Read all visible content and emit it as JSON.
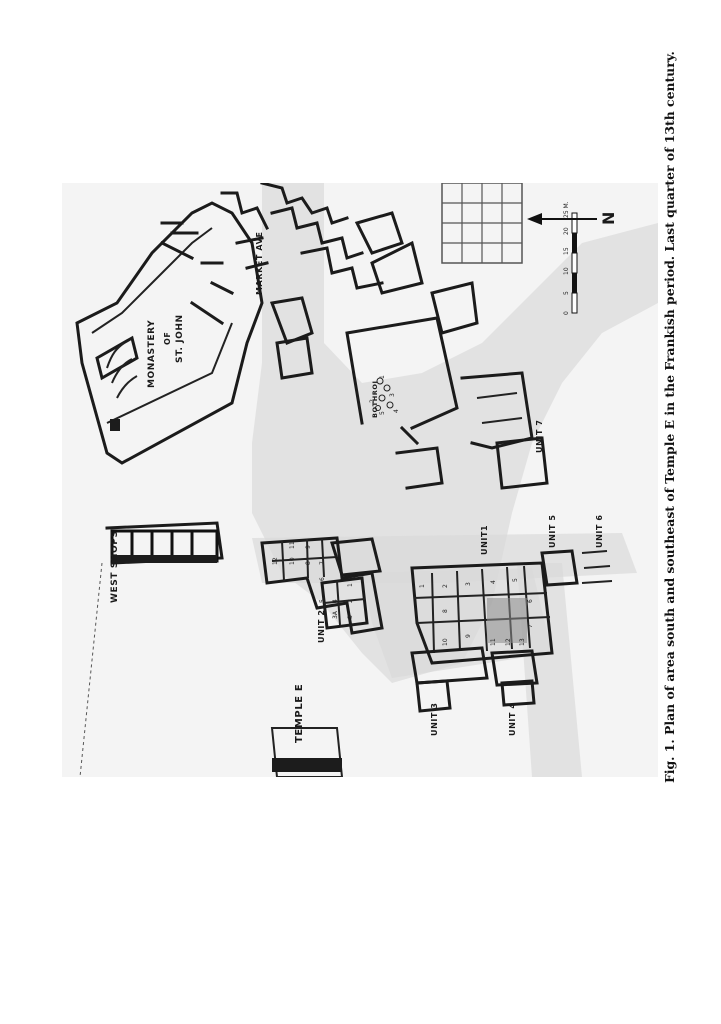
{
  "caption": {
    "prefix": "Fig. 1.",
    "text": "Plan of area south and southeast of Temple E in the Frankish period. Last quarter of 13th century."
  },
  "labels": {
    "west_shops": "WEST SHOPS",
    "monastery_line1": "MONASTERY",
    "monastery_line2": "OF",
    "monastery_line3": "ST. JOHN",
    "market_ave": "MARKET AVE",
    "bothroi": "BOTHROI",
    "temple_e": "TEMPLE E",
    "unit1": "UNIT1",
    "unit2": "UNIT 2",
    "unit3": "UNIT 3",
    "unit4": "UNIT 4",
    "unit5": "UNIT 5",
    "unit6": "UNIT 6",
    "unit7": "UNIT 7"
  },
  "bothroi_numbers": [
    "1",
    "2",
    "3",
    "4",
    "5"
  ],
  "room_numbers": {
    "unit2": [
      "12",
      "10",
      "11",
      "9",
      "8",
      "7",
      "6",
      "5",
      "4",
      "3A",
      "3",
      "2",
      "1"
    ],
    "unit1": [
      "1",
      "2",
      "3",
      "4",
      "5",
      "6",
      "7",
      "8",
      "9",
      "10",
      "11",
      "12",
      "13"
    ]
  },
  "scale_bar": {
    "ticks": [
      "0",
      "5",
      "10",
      "15",
      "20",
      "25 M."
    ]
  },
  "north_arrow": {
    "letter": "N"
  }
}
